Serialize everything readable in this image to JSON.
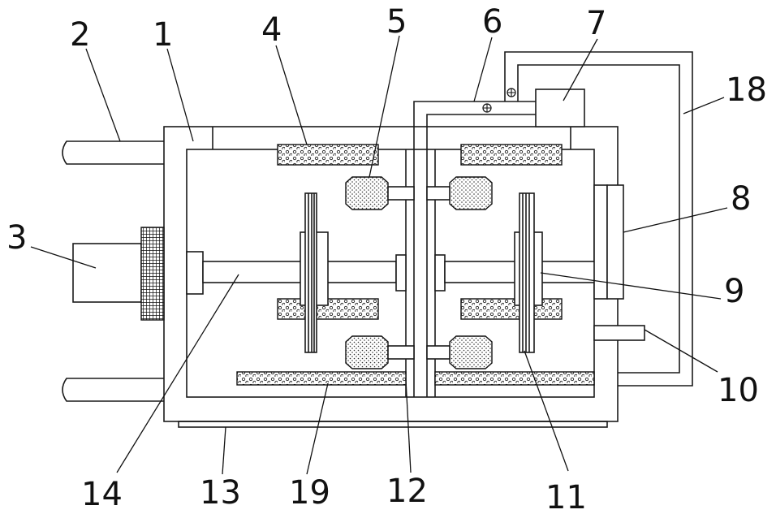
{
  "labels": {
    "n1": "1",
    "n2": "2",
    "n3": "3",
    "n4": "4",
    "n5": "5",
    "n6": "6",
    "n7": "7",
    "n8": "8",
    "n9": "9",
    "n10": "10",
    "n11": "11",
    "n12": "12",
    "n13": "13",
    "n14": "14",
    "n18": "18",
    "n19": "19"
  },
  "colors": {
    "line": "#1a1a1a",
    "background": "#ffffff"
  }
}
